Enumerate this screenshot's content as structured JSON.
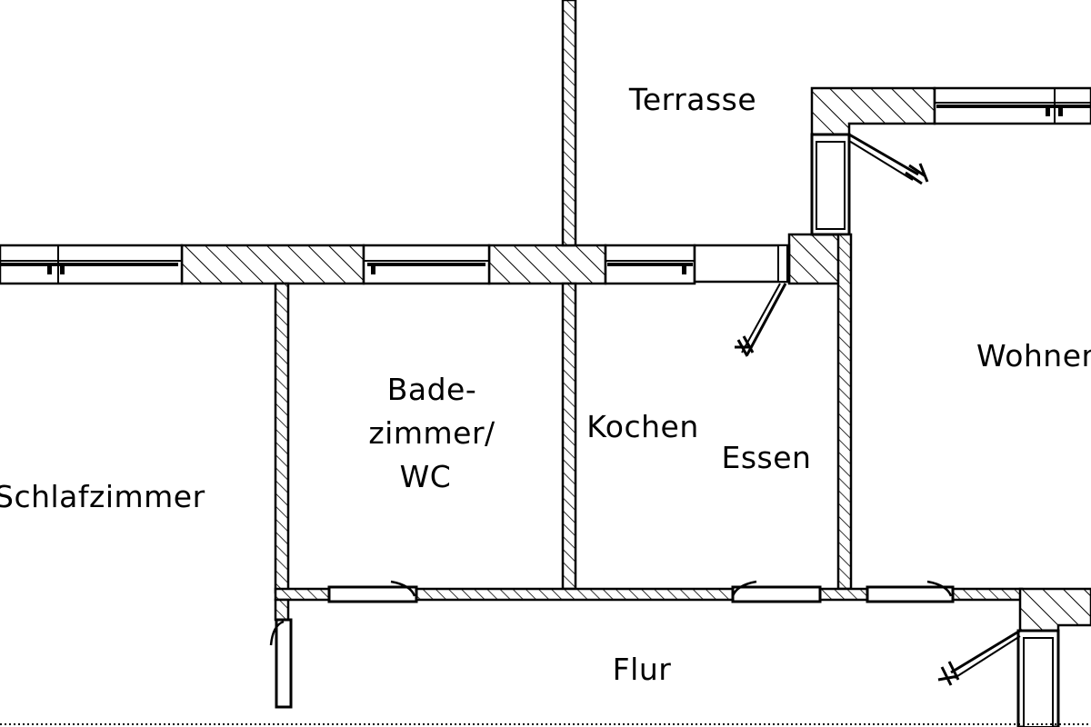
{
  "plan": {
    "colors": {
      "background": "#ffffff",
      "line": "#000000",
      "hatch": "#000000"
    },
    "rooms": {
      "terrasse": "Terrasse",
      "wohnen": "Wohnen",
      "bad_line1": "Bade-",
      "bad_line2": "zimmer/",
      "bad_line3": "WC",
      "kochen": "Kochen",
      "essen": "Essen",
      "schlafzimmer": "Schlafzimmer",
      "flur": "Flur"
    }
  }
}
